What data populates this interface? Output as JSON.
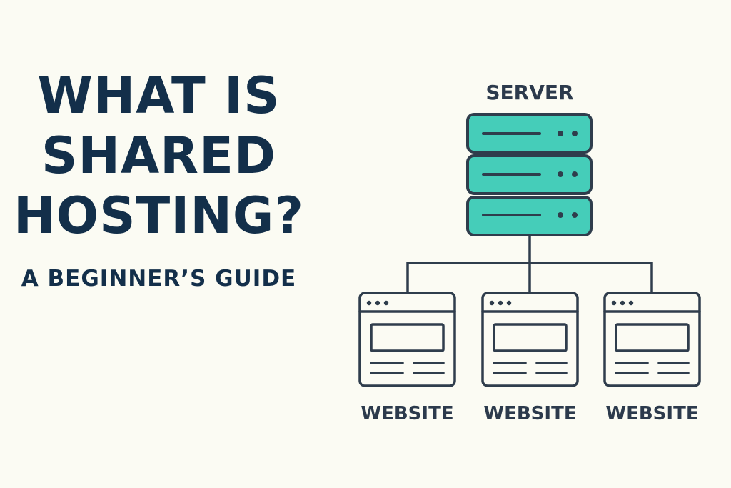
{
  "title_lines": [
    "WHAT IS",
    "SHARED",
    "HOSTING?"
  ],
  "subtitle": "A BEGINNER’S GUIDE",
  "server": {
    "label": "SERVER",
    "units": 3,
    "icon": "server-rack-icon",
    "color": "#45cdb9"
  },
  "websites": [
    {
      "label": "WEBSITE",
      "icon": "browser-window-icon"
    },
    {
      "label": "WEBSITE",
      "icon": "browser-window-icon"
    },
    {
      "label": "WEBSITE",
      "icon": "browser-window-icon"
    }
  ],
  "colors": {
    "background": "#fbfbf3",
    "title": "#132f4a",
    "outline": "#2f3d4c",
    "accent": "#45cdb9"
  }
}
